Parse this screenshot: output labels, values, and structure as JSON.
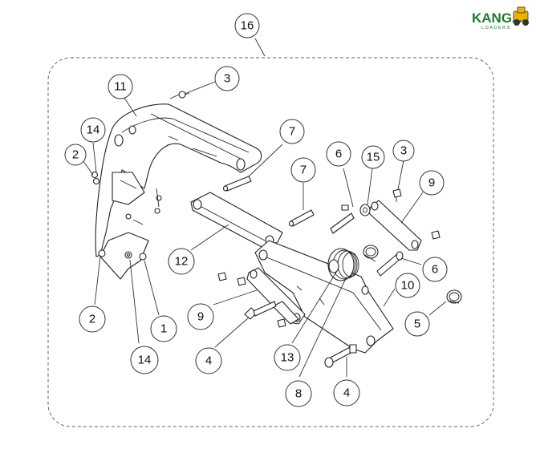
{
  "logo": {
    "text": "KANGA",
    "sub": "LOADERS",
    "colors": {
      "text": "#1f7a2e",
      "machine": "#e8b400"
    }
  },
  "callouts": [
    {
      "id": "c16",
      "label": "16"
    },
    {
      "id": "c3a",
      "label": "3"
    },
    {
      "id": "c11",
      "label": "11"
    },
    {
      "id": "c14a",
      "label": "14"
    },
    {
      "id": "c2a",
      "label": "2"
    },
    {
      "id": "c7a",
      "label": "7"
    },
    {
      "id": "c6a",
      "label": "6"
    },
    {
      "id": "c15",
      "label": "15"
    },
    {
      "id": "c3b",
      "label": "3"
    },
    {
      "id": "c9a",
      "label": "9"
    },
    {
      "id": "c7b",
      "label": "7"
    },
    {
      "id": "c12",
      "label": "12"
    },
    {
      "id": "c6b",
      "label": "6"
    },
    {
      "id": "c9b",
      "label": "9"
    },
    {
      "id": "c10",
      "label": "10"
    },
    {
      "id": "c2b",
      "label": "2"
    },
    {
      "id": "c1",
      "label": "1"
    },
    {
      "id": "c5",
      "label": "5"
    },
    {
      "id": "c4a",
      "label": "4"
    },
    {
      "id": "c14b",
      "label": "14"
    },
    {
      "id": "c13",
      "label": "13"
    },
    {
      "id": "c8",
      "label": "8"
    },
    {
      "id": "c4b",
      "label": "4"
    }
  ]
}
